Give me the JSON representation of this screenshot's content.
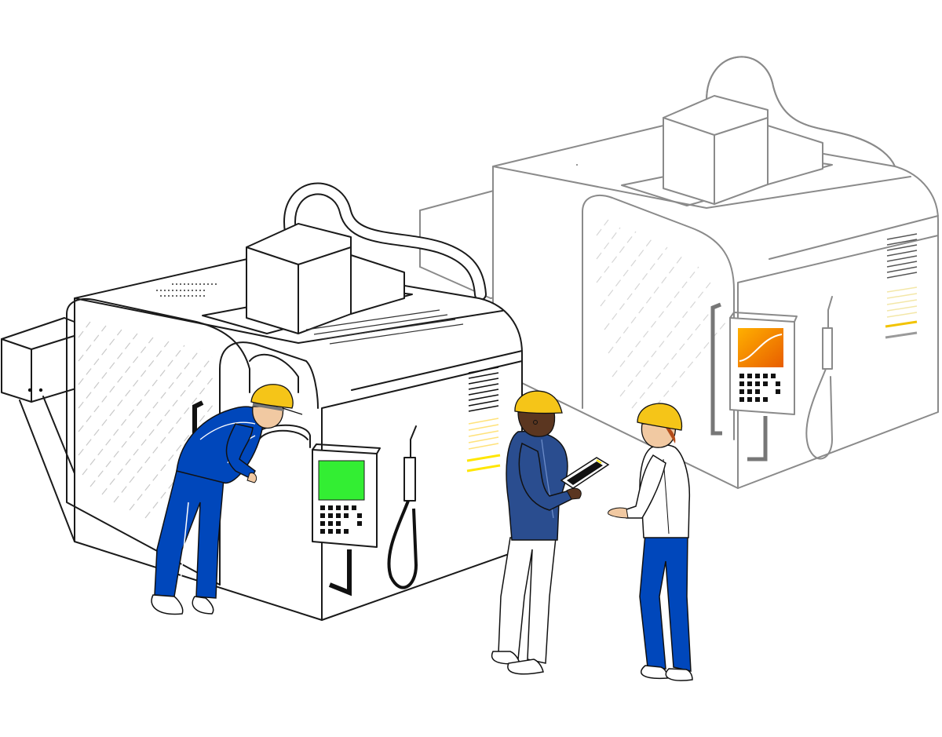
{
  "scene": {
    "colors": {
      "background": "#ffffff",
      "outline_front": "#1a1a1a",
      "outline_back": "#8a8a8a",
      "hard_hat": "#f5c518",
      "coverall_blue": "#0047bb",
      "jacket_navy": "#2a4d8f",
      "screen_green": "#33ee33",
      "screen_orange": "#f07d10",
      "warning_yellow": "#ffe600"
    },
    "machines": [
      {
        "id": "front",
        "screen_color": "#33ee33"
      },
      {
        "id": "back",
        "screen_color": "#f07d10"
      }
    ],
    "people": [
      {
        "id": "operator-leaning",
        "outfit": "blue-coverall"
      },
      {
        "id": "worker-with-tablet",
        "outfit": "navy-jacket"
      },
      {
        "id": "worker-gesturing",
        "outfit": "white-shirt-blue-pants"
      }
    ]
  }
}
